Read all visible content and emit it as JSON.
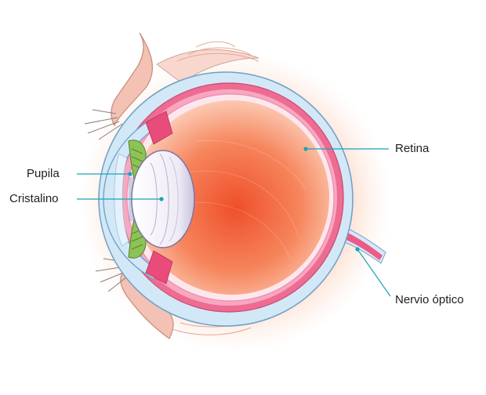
{
  "labels": {
    "pupila": "Pupila",
    "cristalino": "Cristalino",
    "retina": "Retina",
    "nervio_optico": "Nervio óptico"
  },
  "colors": {
    "leader_line": "#1aa3b8",
    "sclera": "#cfe6f5",
    "choroid": "#e94b7a",
    "vitreous": "#f26a3c",
    "iris": "#8dc255",
    "lens": "#ffffff",
    "eyelid": "#f0b9ac"
  }
}
